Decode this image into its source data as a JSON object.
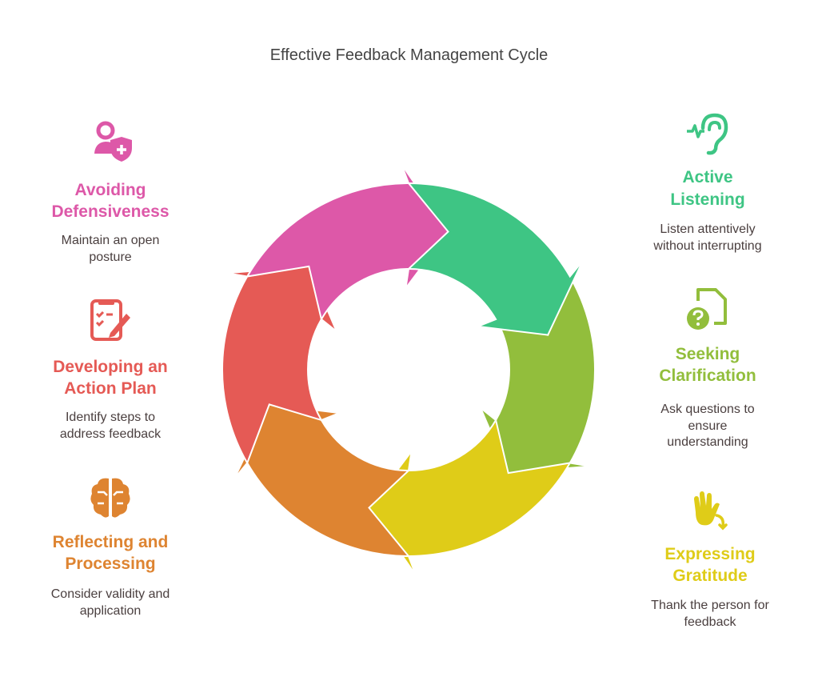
{
  "title": "Effective Feedback Management Cycle",
  "colors": {
    "pink": "#DD58A8",
    "green": "#3EC584",
    "lime": "#92BE3C",
    "yellow": "#DFCC18",
    "orange": "#DE8431",
    "red": "#E55A55"
  },
  "cycle_order": [
    "Active Listening",
    "Seeking Clarification",
    "Expressing Gratitude",
    "Reflecting and Processing",
    "Developing an Action Plan",
    "Avoiding Defensiveness"
  ],
  "left": [
    {
      "heading": [
        "Avoiding",
        "Defensiveness"
      ],
      "desc": [
        "Maintain an open",
        "posture"
      ],
      "icon": "person-shield-icon"
    },
    {
      "heading": [
        "Developing an",
        "Action Plan"
      ],
      "desc": [
        "Identify steps to",
        "address feedback"
      ],
      "icon": "clipboard-pencil-icon"
    },
    {
      "heading": [
        "Reflecting and",
        "Processing"
      ],
      "desc": [
        "Consider validity and",
        "application"
      ],
      "icon": "brain-icon"
    }
  ],
  "right": [
    {
      "heading": [
        "Active",
        "Listening"
      ],
      "desc": [
        "Listen attentively",
        "without interrupting"
      ],
      "icon": "ear-icon"
    },
    {
      "heading": [
        "Seeking",
        "Clarification"
      ],
      "desc": [
        "Ask questions to",
        "ensure",
        "understanding"
      ],
      "icon": "question-document-icon"
    },
    {
      "heading": [
        "Expressing",
        "Gratitude"
      ],
      "desc": [
        "Thank the person for",
        "feedback"
      ],
      "icon": "waving-hand-icon"
    }
  ]
}
